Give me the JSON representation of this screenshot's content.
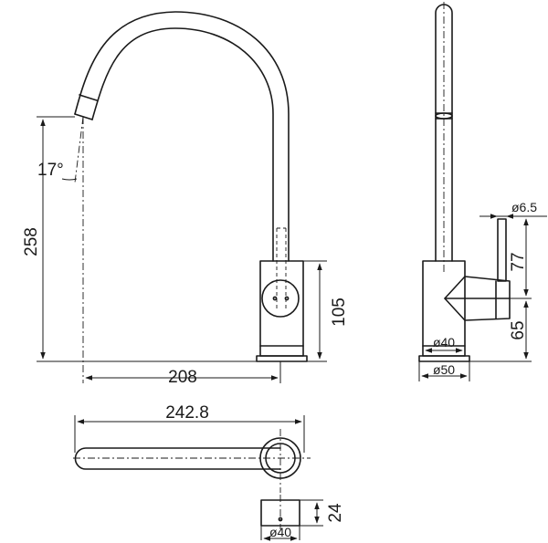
{
  "dimensions": {
    "overall_height": "258",
    "spout_angle": "17°",
    "reach": "208",
    "body_height": "105",
    "top_view_length": "242.8",
    "base_height": "24",
    "top_view_base_dia": "ø40",
    "side_pin_dia": "ø6.5",
    "side_handle_height": "77",
    "side_body_height": "65",
    "side_body_dia": "ø40",
    "side_base_dia": "ø50"
  }
}
